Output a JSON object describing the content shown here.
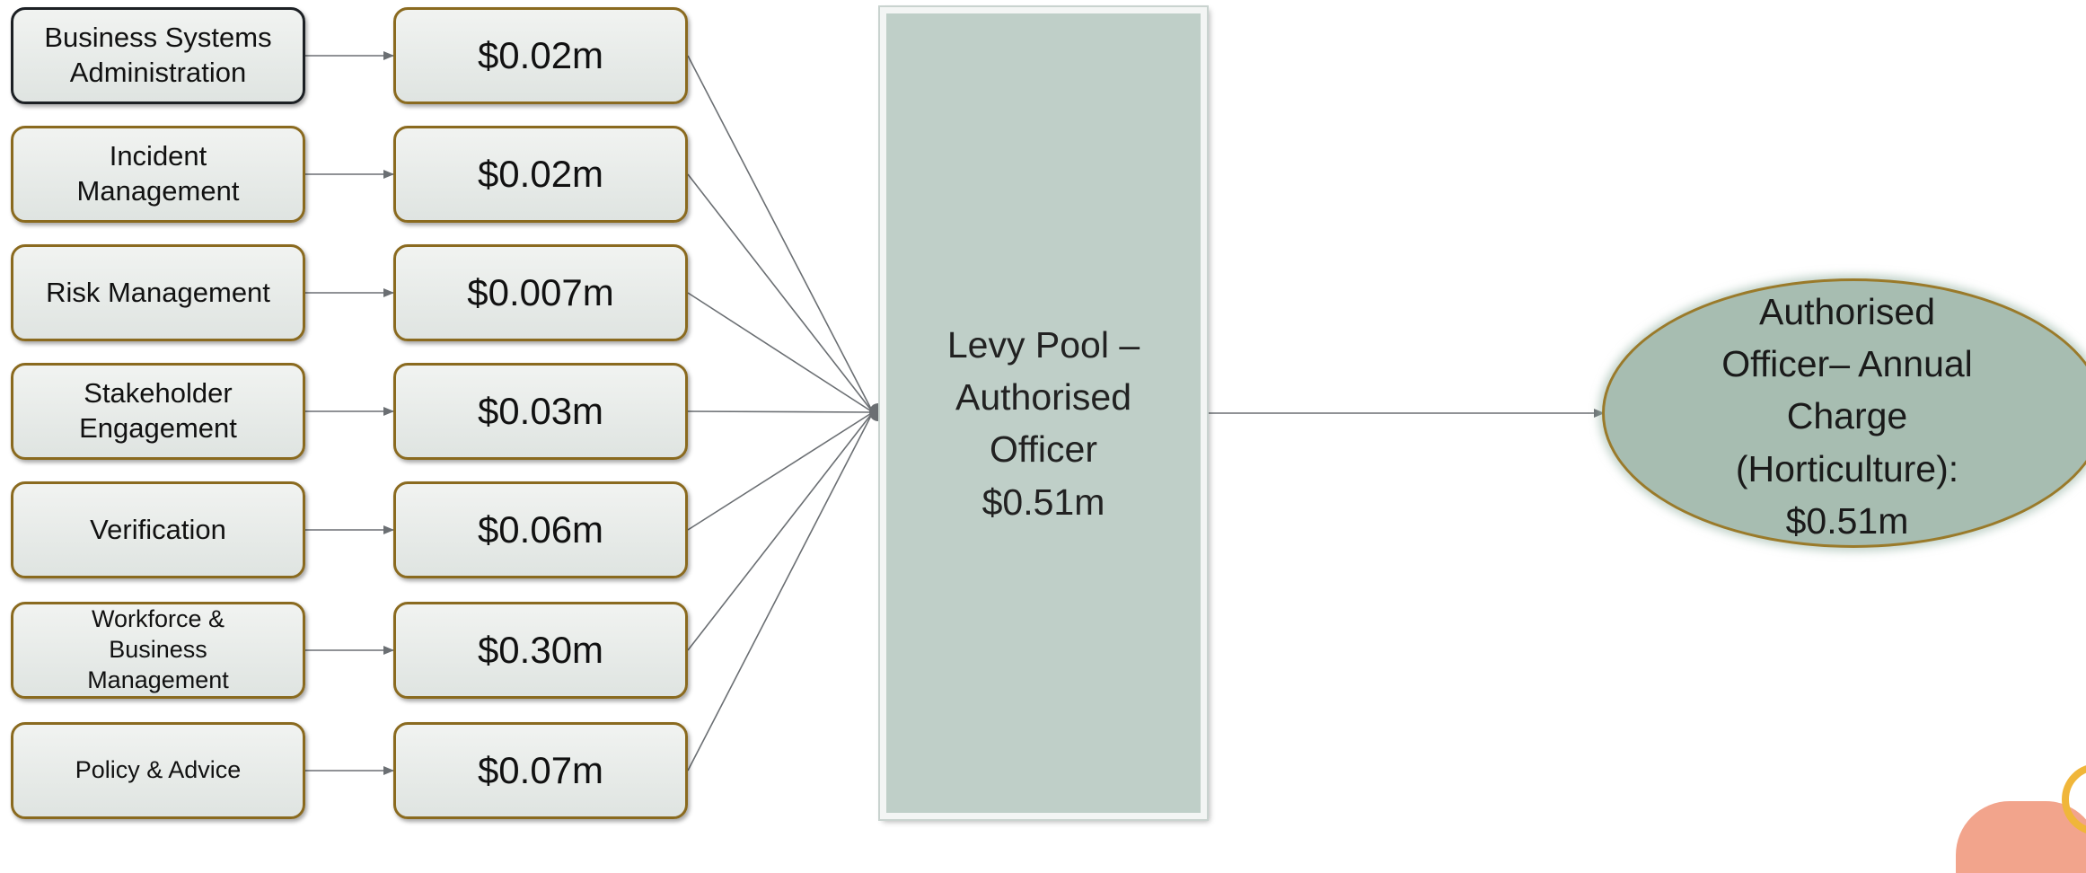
{
  "categories": [
    {
      "label": "Business Systems Administration",
      "lines": [
        "Business Systems",
        "Administration"
      ],
      "value": "$0.02m"
    },
    {
      "label": "Incident Management",
      "lines": [
        "Incident",
        "Management"
      ],
      "value": "$0.02m"
    },
    {
      "label": "Risk Management",
      "lines": [
        "Risk Management"
      ],
      "value": "$0.007m"
    },
    {
      "label": "Stakeholder Engagement",
      "lines": [
        "Stakeholder",
        "Engagement"
      ],
      "value": "$0.03m"
    },
    {
      "label": "Verification",
      "lines": [
        "Verification"
      ],
      "value": "$0.06m"
    },
    {
      "label": "Workforce & Business Management",
      "lines": [
        "Workforce &",
        "Business",
        "Management"
      ],
      "value": "$0.30m"
    },
    {
      "label": "Policy & Advice",
      "lines": [
        "Policy & Advice"
      ],
      "value": "$0.07m"
    }
  ],
  "pool": {
    "lines": [
      "Levy Pool –",
      "Authorised",
      "Officer",
      "$0.51m"
    ]
  },
  "result": {
    "lines": [
      "Authorised",
      "Officer– Annual",
      "Charge",
      "(Horticulture):",
      "$0.51m"
    ]
  },
  "colors": {
    "connector": "#6b6f73",
    "box_border": "#8a6a1f",
    "pool_fill": "#bfcfc8",
    "ellipse_fill": "#a7bdb1"
  }
}
